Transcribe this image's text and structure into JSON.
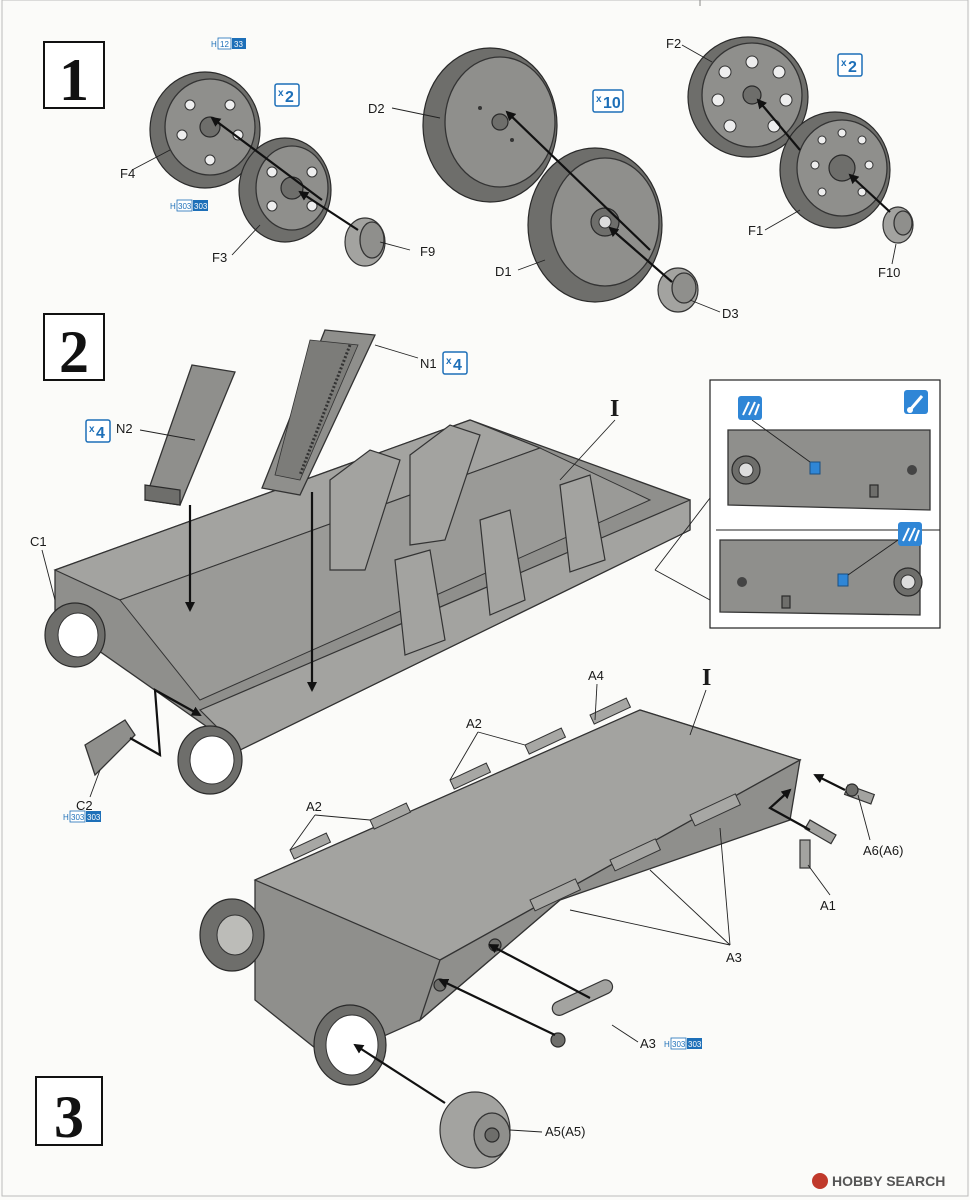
{
  "steps": [
    {
      "number": "1"
    },
    {
      "number": "2"
    },
    {
      "number": "3"
    }
  ],
  "step1": {
    "parts": {
      "f4": "F4",
      "f3": "F3",
      "f9": "F9",
      "d2": "D2",
      "d1": "D1",
      "d3": "D3",
      "f2": "F2",
      "f1": "F1",
      "f10": "F10"
    },
    "quantities": {
      "idler": {
        "x": "x",
        "n": "2"
      },
      "road_wheel": {
        "x": "x",
        "n": "10"
      },
      "sprocket": {
        "x": "x",
        "n": "2"
      }
    },
    "paint_codes": {
      "f4_top": {
        "h": "H",
        "c1": "12",
        "c2": "33"
      },
      "f4_bottom": {
        "h": "H",
        "c1": "303",
        "c2": "303"
      }
    }
  },
  "step2": {
    "parts": {
      "n1": "N1",
      "n2": "N2",
      "c1": "C1",
      "c2": "C2",
      "hull": "I"
    },
    "quantities": {
      "n1": {
        "x": "x",
        "n": "4"
      },
      "n2": {
        "x": "x",
        "n": "4"
      }
    },
    "paint_codes": {
      "c2": {
        "h": "H",
        "c1": "303",
        "c2": "303"
      }
    },
    "inset_icons": [
      "glue-icon",
      "paint-brush-icon"
    ]
  },
  "step3": {
    "parts": {
      "a4": "A4",
      "a2_upper": "A2",
      "a2_left": "A2",
      "hull": "I",
      "a6": "A6(A6)",
      "a1": "A1",
      "a3": "A3",
      "a3_bottom": "A3",
      "a5": "A5(A5)"
    },
    "paint_codes": {
      "a3": {
        "h": "H",
        "c1": "303",
        "c2": "303"
      }
    }
  },
  "watermark": {
    "text": "HOBBY SEARCH"
  },
  "colors": {
    "quantity": "#1d6fb8",
    "part_gray": "#8f8f8c",
    "accent_blue": "#2f86d6"
  }
}
